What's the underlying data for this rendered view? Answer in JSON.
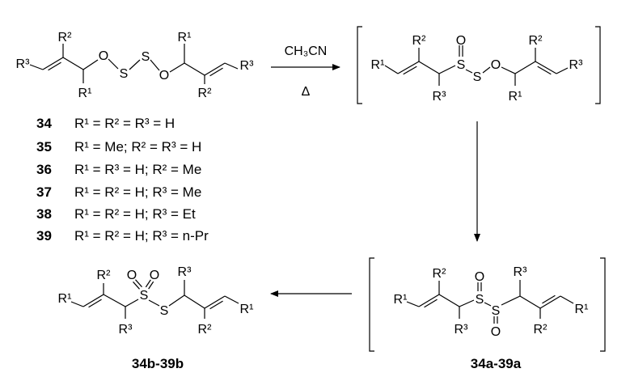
{
  "atoms": {
    "R1": "R¹",
    "R2": "R²",
    "R3": "R³",
    "O": "O",
    "S": "S"
  },
  "reaction": {
    "solvent": "CH₃CN",
    "heat": "Δ"
  },
  "substituents": [
    {
      "id": "34",
      "def": "R¹ = R² = R³ = H"
    },
    {
      "id": "35",
      "def": "R¹ = Me; R² = R³ = H"
    },
    {
      "id": "36",
      "def": "R¹ = R³ = H; R² = Me"
    },
    {
      "id": "37",
      "def": "R¹ = R² = H; R³ = Me"
    },
    {
      "id": "38",
      "def": "R¹ = R² = H; R³ = Et"
    },
    {
      "id": "39",
      "def": "R¹ = R² = H; R³ = n-Pr"
    }
  ],
  "labels": {
    "thiosulfonate": "34b-39b",
    "disulfoxide": "34a-39a"
  }
}
